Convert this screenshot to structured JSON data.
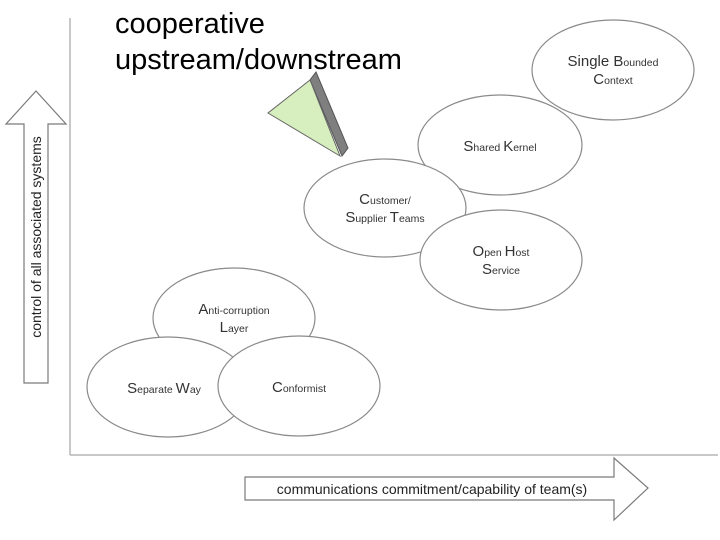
{
  "headline": {
    "line1": "cooperative",
    "line2": "upstream/downstream"
  },
  "axes": {
    "y_label": "control of all associated systems",
    "x_label": "communications commitment/capability of team(s)"
  },
  "nodes": {
    "single_bounded_context": {
      "line1_a": "Single B",
      "line1_b": "ounded",
      "line2_a": "C",
      "line2_b": "ontext"
    },
    "shared_kernel": {
      "line1_a": "S",
      "line1_b": "hared ",
      "line1_c": "K",
      "line1_d": "ernel"
    },
    "customer_supplier": {
      "line1_a": "C",
      "line1_b": "ustomer/",
      "line2_a": "S",
      "line2_b": "upplier ",
      "line2_c": "T",
      "line2_d": "eams"
    },
    "open_host_service": {
      "line1_a": "O",
      "line1_b": "pen ",
      "line1_c": "H",
      "line1_d": "ost",
      "line2_a": "S",
      "line2_b": "ervice"
    },
    "anti_corruption_layer": {
      "line1_a": "A",
      "line1_b": "nti-corruption",
      "line2_a": "L",
      "line2_b": "ayer"
    },
    "separate_ways": {
      "line1_a": "S",
      "line1_b": "eparate ",
      "line1_c": "W",
      "line1_d": "ay"
    },
    "conformist": {
      "line1_a": "C",
      "line1_b": "onformist"
    }
  },
  "colors": {
    "pointer_fill": "#d7efbe",
    "pointer_shadow": "#7f7f7f",
    "outline": "#8a8a8a"
  }
}
